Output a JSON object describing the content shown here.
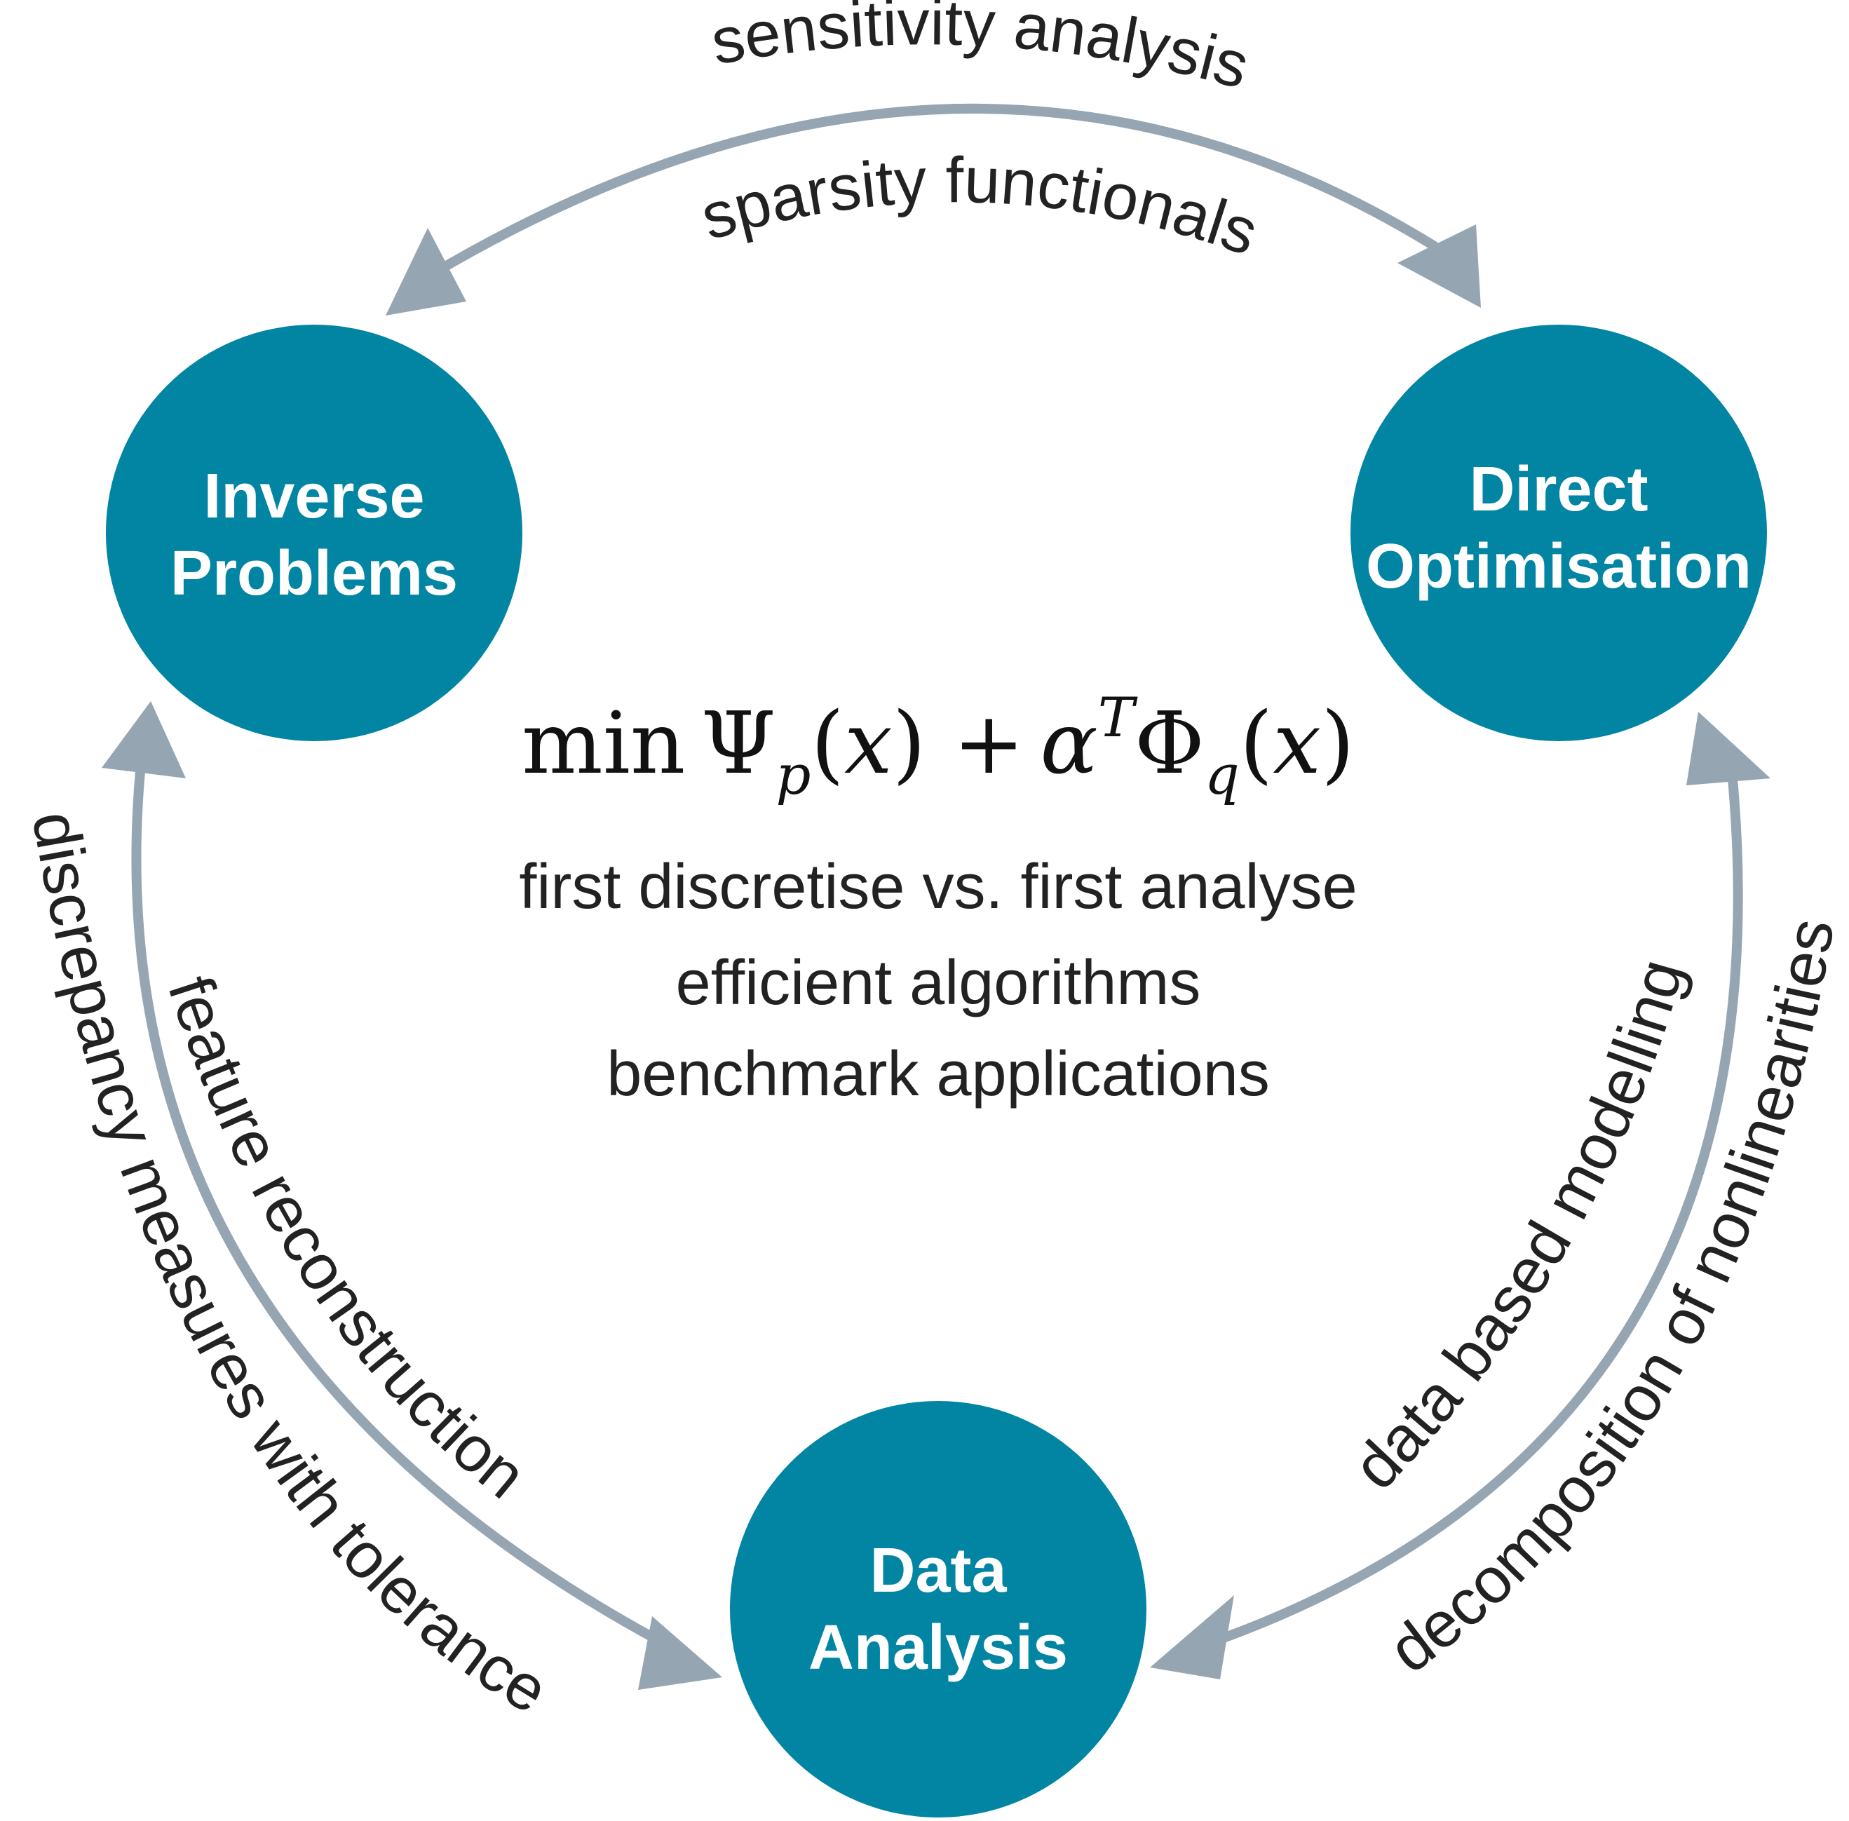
{
  "colors": {
    "node_fill": "#0284a3",
    "arrow": "#95a5b1",
    "text": "#222222"
  },
  "nodes": {
    "inverse": {
      "line1": "Inverse",
      "line2": "Problems"
    },
    "direct": {
      "line1": "Direct",
      "line2": "Optimisation"
    },
    "data": {
      "line1": "Data",
      "line2": "Analysis"
    }
  },
  "arcs": {
    "top_outer": "sensitivity analysis",
    "top_inner": "sparsity functionals",
    "left_outer": "discrepancy measures with tolerance",
    "left_inner": "feature reconstruction",
    "right_inner": "data based modelling",
    "right_outer": "decomposition of nonlinearities"
  },
  "center": {
    "formula": {
      "min": "min",
      "psi": "Ψ",
      "sub_p": "p",
      "open1": "(",
      "x1": "x",
      "close1_plus": ") +",
      "alpha": "α",
      "sup_t": "T",
      "phi": "Φ",
      "sub_q": "q",
      "open2": "(",
      "x2": "x",
      "close2": ")"
    },
    "lines": [
      "first discretise vs. first analyse",
      "efficient algorithms",
      "benchmark applications"
    ]
  }
}
